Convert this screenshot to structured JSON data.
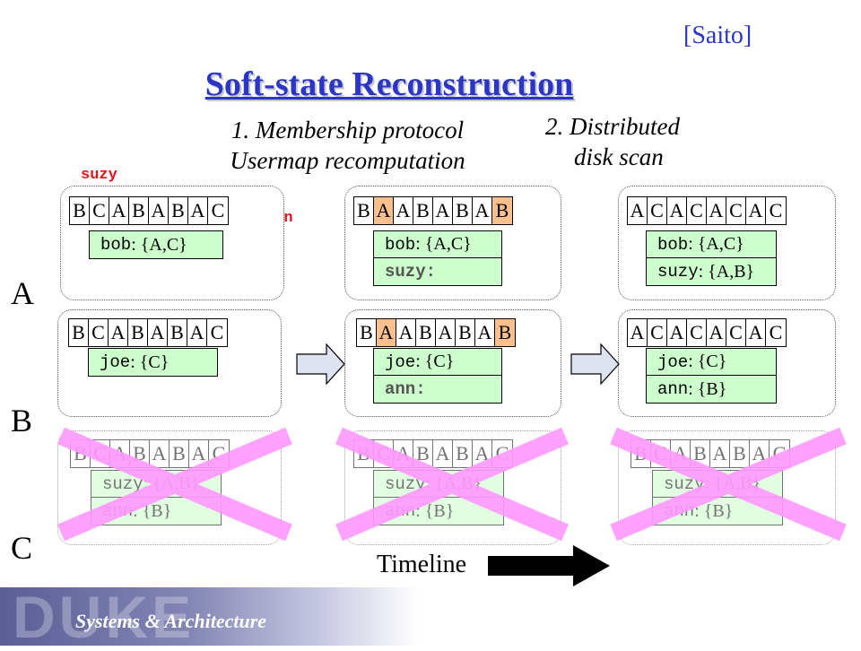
{
  "header": {
    "citation": "[Saito]",
    "title": "Soft-state Reconstruction",
    "phase1_line1": "1. Membership protocol",
    "phase1_line2": "Usermap recomputation",
    "phase2_line1": "2. Distributed",
    "phase2_line2": "disk scan"
  },
  "tags": {
    "suzy": "suzy",
    "ann": "ann"
  },
  "rows": {
    "a": "A",
    "b": "B",
    "c": "C"
  },
  "timeline": {
    "label": "Timeline"
  },
  "footer": {
    "logo": "DUKE",
    "subtitle": "Systems & Architecture"
  },
  "colors": {
    "title": "#2b35c8",
    "tag": "#e8101a",
    "entry_bg": "#ccffcc",
    "highlight": "#f9c08d",
    "cross": "#ff99ff"
  },
  "nodes": [
    {
      "id": "a1",
      "seq": [
        "B",
        "C",
        "A",
        "B",
        "A",
        "B",
        "A",
        "C"
      ],
      "hl": [],
      "entries": [
        {
          "k": "bob",
          "v": ": {A,C}",
          "bold": false
        }
      ]
    },
    {
      "id": "a2",
      "seq": [
        "B",
        "A",
        "A",
        "B",
        "A",
        "B",
        "A",
        "B"
      ],
      "hl": [
        1,
        7
      ],
      "entries": [
        {
          "k": "bob",
          "v": ": {A,C}",
          "bold": false
        },
        {
          "k": "suzy:",
          "v": "",
          "bold": true
        }
      ]
    },
    {
      "id": "a3",
      "seq": [
        "A",
        "C",
        "A",
        "C",
        "A",
        "C",
        "A",
        "C"
      ],
      "hl": [],
      "entries": [
        {
          "k": "bob",
          "v": ": {A,C}",
          "bold": false
        },
        {
          "k": "suzy",
          "v": ": {A,B}",
          "bold": false
        }
      ]
    },
    {
      "id": "b1",
      "seq": [
        "B",
        "C",
        "A",
        "B",
        "A",
        "B",
        "A",
        "C"
      ],
      "hl": [],
      "entries": [
        {
          "k": "joe",
          "v": ": {C}",
          "bold": false
        }
      ]
    },
    {
      "id": "b2",
      "seq": [
        "B",
        "A",
        "A",
        "B",
        "A",
        "B",
        "A",
        "B"
      ],
      "hl": [
        1,
        7
      ],
      "entries": [
        {
          "k": "joe",
          "v": ": {C}",
          "bold": false
        },
        {
          "k": "ann:",
          "v": "",
          "bold": true
        }
      ]
    },
    {
      "id": "b3",
      "seq": [
        "A",
        "C",
        "A",
        "C",
        "A",
        "C",
        "A",
        "C"
      ],
      "hl": [],
      "entries": [
        {
          "k": "joe",
          "v": ": {C}",
          "bold": false
        },
        {
          "k": "ann",
          "v": ": {B}",
          "bold": false
        }
      ]
    },
    {
      "id": "c1",
      "seq": [
        "B",
        "C",
        "A",
        "B",
        "A",
        "B",
        "A",
        "C"
      ],
      "hl": [],
      "entries": [
        {
          "k": "suzy",
          "v": ": {A,B}",
          "bold": false
        },
        {
          "k": "ann",
          "v": ": {B}",
          "bold": false
        }
      ]
    },
    {
      "id": "c2",
      "seq": [
        "B",
        "C",
        "A",
        "B",
        "A",
        "B",
        "A",
        "C"
      ],
      "hl": [],
      "entries": [
        {
          "k": "suzy",
          "v": ": {A,B}",
          "bold": false
        },
        {
          "k": "ann",
          "v": ": {B}",
          "bold": false
        }
      ]
    },
    {
      "id": "c3",
      "seq": [
        "B",
        "C",
        "A",
        "B",
        "A",
        "B",
        "A",
        "C"
      ],
      "hl": [],
      "entries": [
        {
          "k": "suzy",
          "v": ": {A,B}",
          "bold": false
        },
        {
          "k": "ann",
          "v": ": {B}",
          "bold": false
        }
      ]
    }
  ]
}
